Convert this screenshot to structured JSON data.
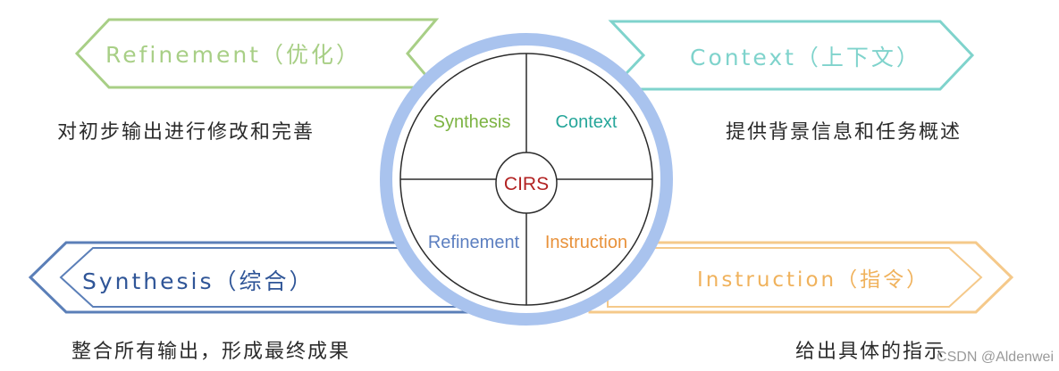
{
  "center": {
    "core_label": "CIRS",
    "quadrants": {
      "top_left": "Synthesis",
      "top_right": "Context",
      "bottom_left": "Refinement",
      "bottom_right": "Instruction"
    }
  },
  "banners": {
    "refinement": {
      "title": "Refinement（优化）",
      "description": "对初步输出进行修改和完善"
    },
    "context": {
      "title": "Context（上下文）",
      "description": "提供背景信息和任务概述"
    },
    "synthesis": {
      "title": "Synthesis（综合）",
      "description": "整合所有输出，形成最终成果"
    },
    "instruction": {
      "title": "Instruction（指令）",
      "description": "给出具体的指示"
    }
  },
  "watermark": "CSDN @Aldenwei",
  "colors": {
    "refinement": "#a8cf86",
    "context": "#7fd3cc",
    "synthesis": "#5b7fb8",
    "instruction": "#f5c98a",
    "ring": "#a9c3ee",
    "core_text": "#b22222",
    "q_synthesis": "#7cb342",
    "q_context": "#26a69a",
    "q_refinement": "#5c7fc0",
    "q_instruction": "#e8913a"
  }
}
